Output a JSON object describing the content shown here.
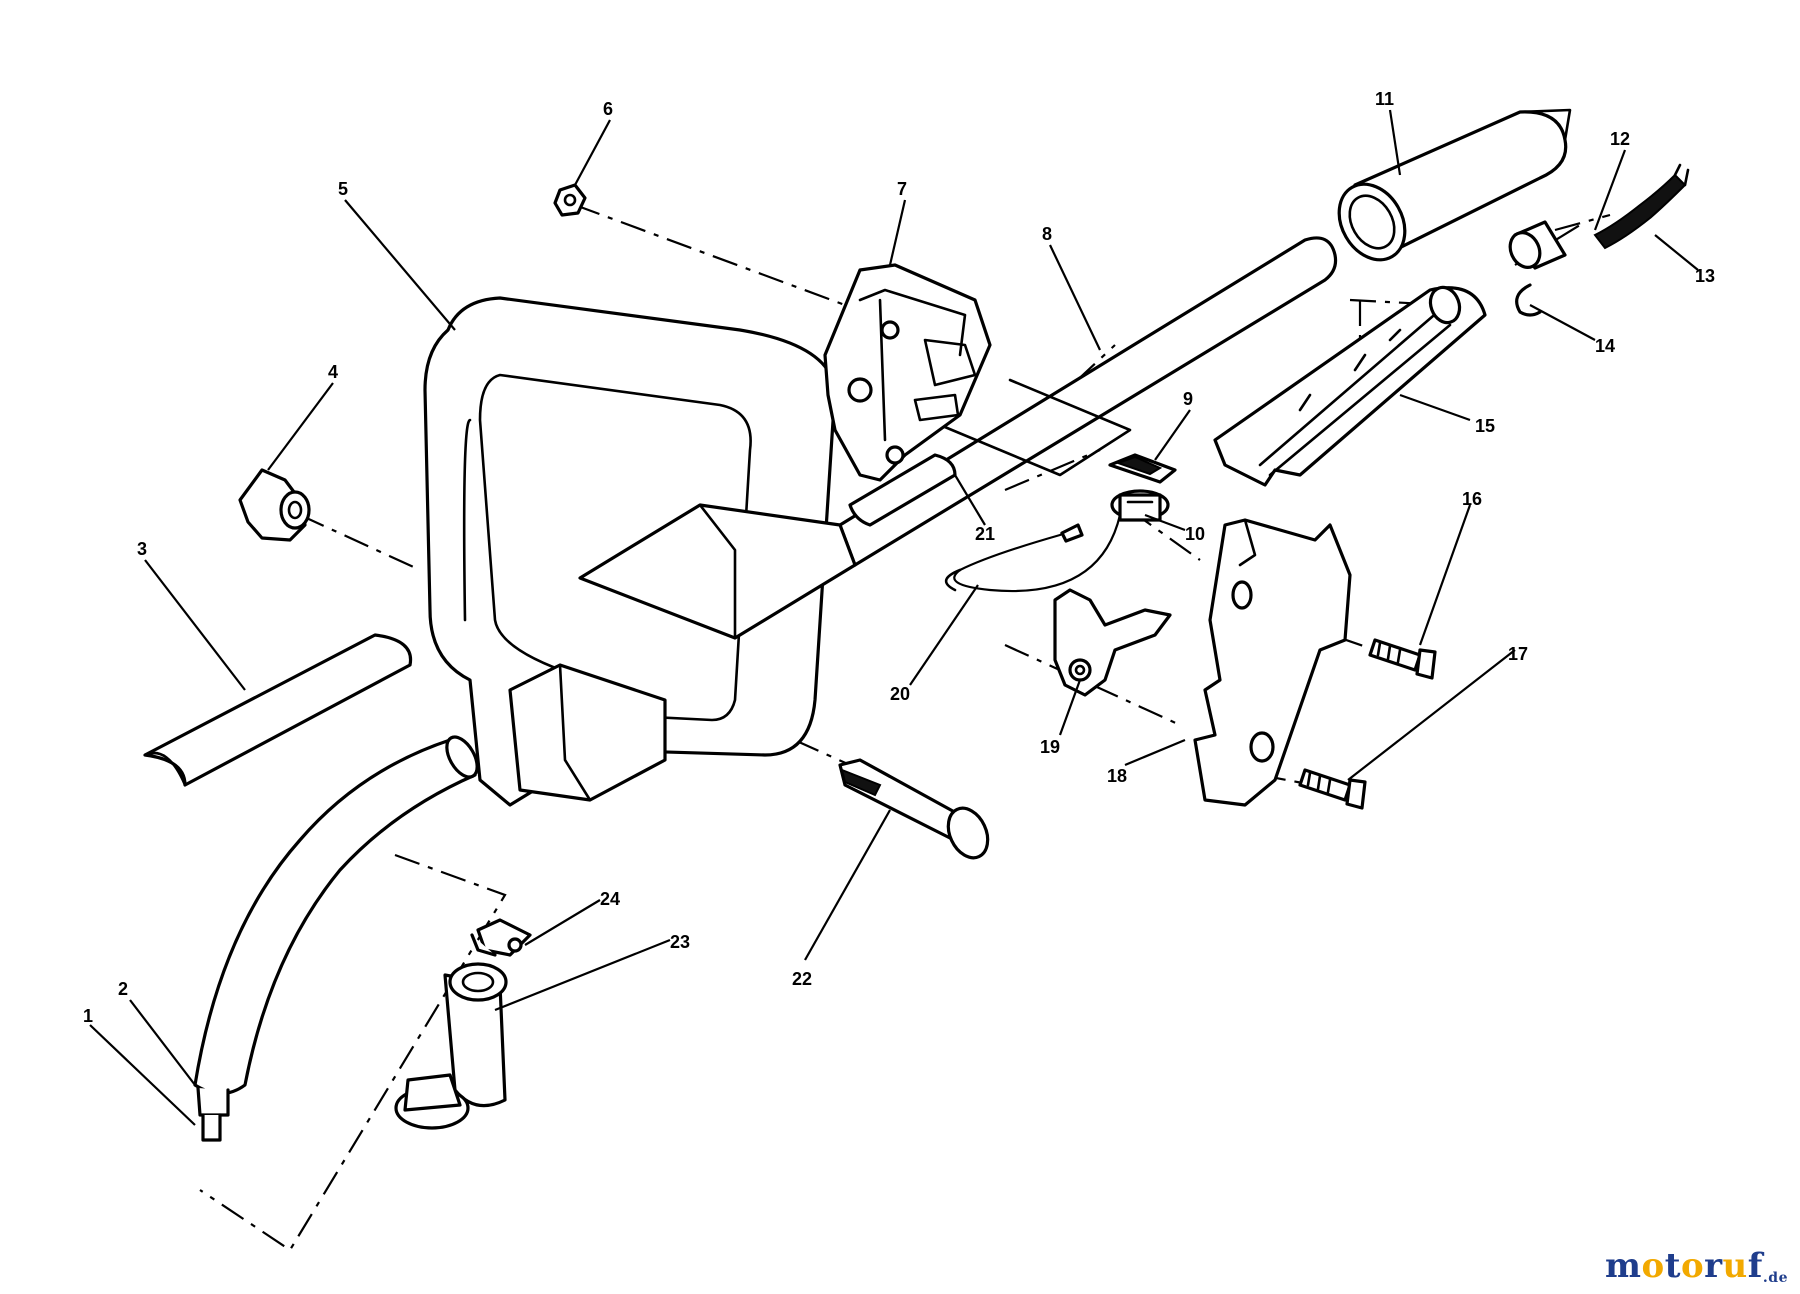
{
  "diagram": {
    "callouts": [
      "1",
      "2",
      "3",
      "4",
      "5",
      "6",
      "7",
      "8",
      "9",
      "10",
      "11",
      "12",
      "13",
      "14",
      "15",
      "16",
      "17",
      "18",
      "19",
      "20",
      "21",
      "22",
      "23",
      "24"
    ]
  },
  "watermark": {
    "text": "motoruf",
    "suffix": ".de",
    "colors": {
      "primary": "#1f3d8c",
      "accent": "#f2a900"
    }
  }
}
